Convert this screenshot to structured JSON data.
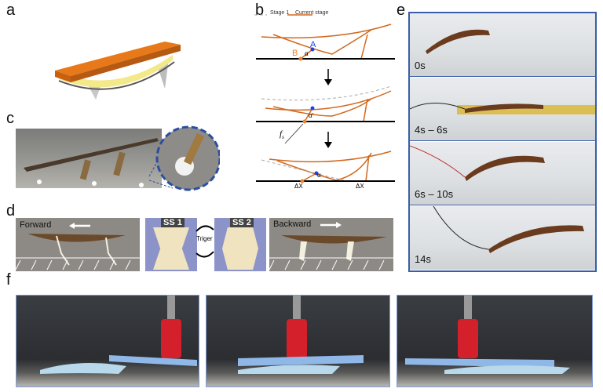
{
  "panels": {
    "a": "a",
    "b": "b",
    "c": "c",
    "d": "d",
    "e": "e",
    "f": "f"
  },
  "b": {
    "legend_stage1": "Stage 1",
    "legend_current": "Current stage",
    "point_a": "A",
    "point_b": "B",
    "alpha": "α",
    "alpha_prime": "α'",
    "fs": "f",
    "fs_sub": "s",
    "dx1": "ΔX",
    "dx2": "ΔX"
  },
  "d": {
    "forward": "Forward",
    "ss1": "SS 1",
    "ss2": "SS 2",
    "trigger": "Triger",
    "backward": "Backward"
  },
  "e": {
    "times": [
      "0s",
      "4s – 6s",
      "6s – 10s",
      "14s"
    ]
  },
  "colors": {
    "orange": "#d2691e",
    "blue": "#2040e0",
    "frame": "#3a5ea8"
  }
}
